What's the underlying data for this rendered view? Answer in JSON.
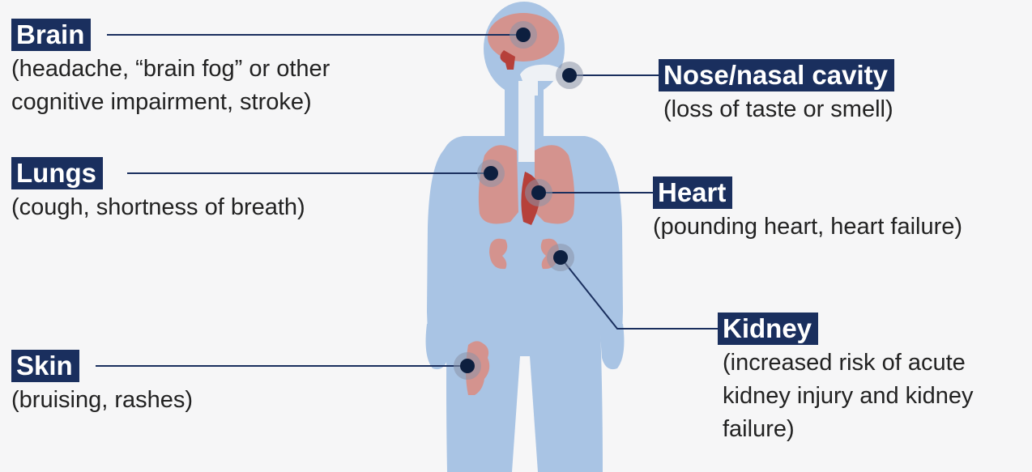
{
  "colors": {
    "background": "#f6f6f7",
    "body": "#a9c4e4",
    "airway": "#eef1f5",
    "organ": "#d4938e",
    "organ_dark": "#b6403a",
    "label_bg": "#1a2f5e",
    "marker": "#0d1f3f",
    "marker_halo": "#8b93a8",
    "connector": "#1a2f5e"
  },
  "icons": {
    "figure": "human-body-silhouette",
    "marker": "target-dot-icon"
  },
  "callouts": {
    "brain": {
      "title": "Brain",
      "lines": [
        "(headache, “brain fog” or other",
        "cognitive impairment, stroke)"
      ]
    },
    "nose": {
      "title": "Nose/nasal cavity",
      "lines": [
        "(loss of taste or smell)"
      ]
    },
    "lungs": {
      "title": "Lungs",
      "lines": [
        "(cough, shortness of breath)"
      ]
    },
    "heart": {
      "title": "Heart",
      "lines": [
        "(pounding heart, heart failure)"
      ]
    },
    "kidney": {
      "title": "Kidney",
      "lines": [
        "(increased risk of acute",
        "kidney injury and kidney",
        "failure)"
      ]
    },
    "skin": {
      "title": "Skin",
      "lines": [
        "(bruising, rashes)"
      ]
    }
  }
}
